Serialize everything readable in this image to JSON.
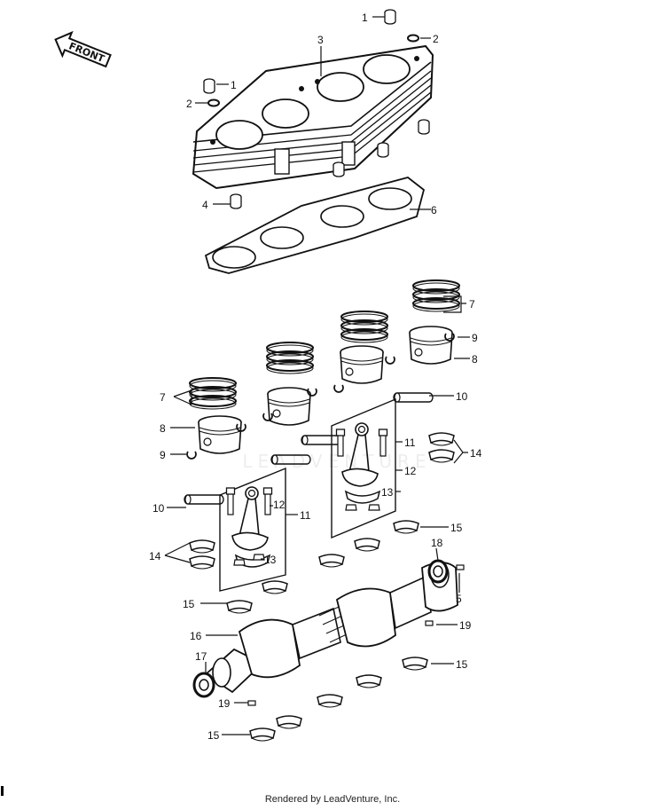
{
  "front_label": "FRONT",
  "watermark": "LEADVENTURE",
  "footer": "Rendered by LeadVenture, Inc.",
  "callouts": [
    {
      "id": "c1a",
      "text": "1"
    },
    {
      "id": "c1b",
      "text": "1"
    },
    {
      "id": "c2a",
      "text": "2"
    },
    {
      "id": "c2b",
      "text": "2"
    },
    {
      "id": "c3",
      "text": "3"
    },
    {
      "id": "c4",
      "text": "4"
    },
    {
      "id": "c5",
      "text": "5"
    },
    {
      "id": "c6",
      "text": "6"
    },
    {
      "id": "c7a",
      "text": "7"
    },
    {
      "id": "c7b",
      "text": "7"
    },
    {
      "id": "c8a",
      "text": "8"
    },
    {
      "id": "c8b",
      "text": "8"
    },
    {
      "id": "c9a",
      "text": "9"
    },
    {
      "id": "c9b",
      "text": "9"
    },
    {
      "id": "c10a",
      "text": "10"
    },
    {
      "id": "c10b",
      "text": "10"
    },
    {
      "id": "c11a",
      "text": "11"
    },
    {
      "id": "c11b",
      "text": "11"
    },
    {
      "id": "c12a",
      "text": "12"
    },
    {
      "id": "c12b",
      "text": "12"
    },
    {
      "id": "c13a",
      "text": "13"
    },
    {
      "id": "c13b",
      "text": "13"
    },
    {
      "id": "c14a",
      "text": "14"
    },
    {
      "id": "c14b",
      "text": "14"
    },
    {
      "id": "c15a",
      "text": "15"
    },
    {
      "id": "c15b",
      "text": "15"
    },
    {
      "id": "c15c",
      "text": "15"
    },
    {
      "id": "c15d",
      "text": "15"
    },
    {
      "id": "c16",
      "text": "16"
    },
    {
      "id": "c17",
      "text": "17"
    },
    {
      "id": "c18",
      "text": "18"
    },
    {
      "id": "c19a",
      "text": "19"
    },
    {
      "id": "c19b",
      "text": "19"
    }
  ]
}
